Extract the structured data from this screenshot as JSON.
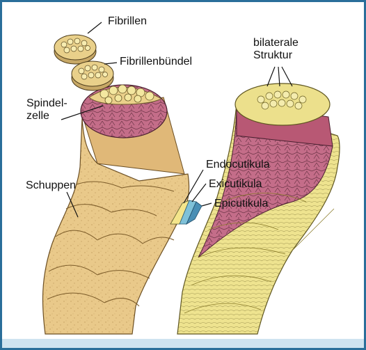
{
  "labels": {
    "fibrillen": "Fibrillen",
    "fibrillenbuendel": "Fibrillenbündel",
    "spindelzelle_line1": "Spindel-",
    "spindelzelle_line2": "zelle",
    "bilaterale_line1": "bilaterale",
    "bilaterale_line2": "Struktur",
    "schuppen": "Schuppen",
    "endocutikula": "Endocutikula",
    "exicutikula": "Exicutikula",
    "epicutikula": "Epicutikula"
  },
  "colors": {
    "frame": "#2a6e9a",
    "band": "#cfe3f0",
    "fiber_outer": "#e8c98a",
    "fiber_yellow": "#efe08a",
    "cortex_pink": "#c06a86",
    "endocuticle": "#f4e58b",
    "exocuticle": "#7fc1d8",
    "epicuticle": "#4a8fb5"
  },
  "icons": [
    "fibril-disk-icon",
    "fibril-bundle-disk-icon"
  ]
}
